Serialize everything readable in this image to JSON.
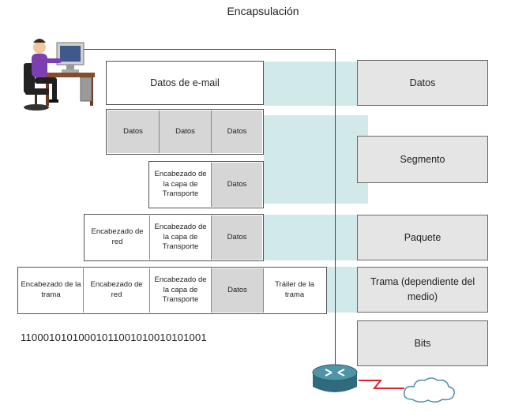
{
  "title": "Encapsulación",
  "email": "Datos de e-mail",
  "row2": [
    "Datos",
    "Datos",
    "Datos"
  ],
  "transport_header": "Encabezado de la capa de Transporte",
  "data": "Datos",
  "network_header": "Encabezado de red",
  "frame_header": "Encabezado de la trama",
  "frame_trailer": "Tráiler de la trama",
  "bits": "11000101010001011001010010101001",
  "labels": {
    "datos": "Datos",
    "segmento": "Segmento",
    "paquete": "Paquete",
    "trama": "Trama (dependiente del medio)",
    "bits": "Bits"
  },
  "colors": {
    "band": "#d2e9ea",
    "header_cell": "#d6d6d6",
    "label_box": "#e5e5e5",
    "link": "#e0232b"
  },
  "icons": [
    "computer-user-icon",
    "router-icon",
    "cloud-icon"
  ]
}
